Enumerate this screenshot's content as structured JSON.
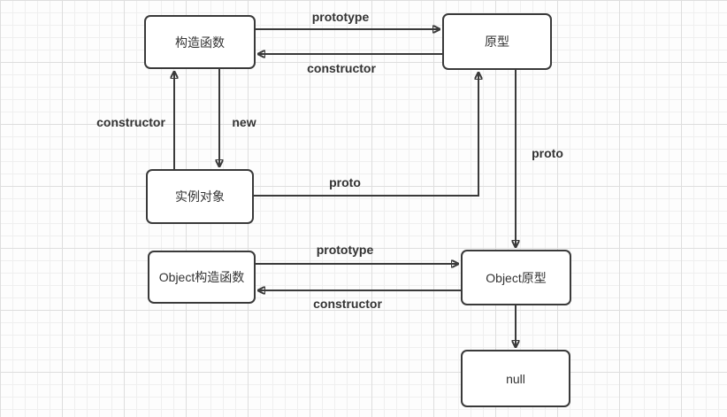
{
  "diagram": {
    "title": "JavaScript prototype chain diagram",
    "nodes": {
      "constructor_fn": {
        "label": "构造函数"
      },
      "prototype": {
        "label": "原型"
      },
      "instance": {
        "label": "实例对象"
      },
      "object_constructor": {
        "label": "Object构造函数"
      },
      "object_prototype": {
        "label": "Object原型"
      },
      "null_node": {
        "label": "null"
      }
    },
    "edge_labels": {
      "prototype_top": "prototype",
      "constructor_top": "constructor",
      "constructor_left": "constructor",
      "new_edge": "new",
      "proto_instance": "proto",
      "proto_right": "proto",
      "prototype_bottom": "prototype",
      "constructor_bottom": "constructor"
    },
    "colors": {
      "stroke": "#3a3a3a",
      "text": "#333333",
      "node_fill": "#ffffff",
      "grid_minor": "#efefef",
      "grid_major": "#dedede",
      "background": "#fdfdfd"
    }
  }
}
